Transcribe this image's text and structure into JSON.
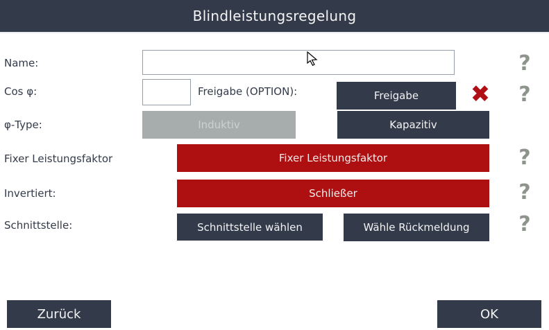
{
  "header": {
    "title": "Blindleistungsregelung"
  },
  "colors": {
    "navy": "#333a49",
    "red": "#ae1011",
    "disabled_gray": "#a7adac",
    "help_gray": "#8d948b",
    "cancel_red": "#b01015"
  },
  "rows": {
    "name": {
      "label": "Name:",
      "value": "",
      "help": "?"
    },
    "cos_phi": {
      "label": "Cos φ:",
      "value": "",
      "option_label": "Freigabe (OPTION):",
      "enable_button": "Freigabe",
      "cancel_icon": "✖",
      "help": "?"
    },
    "phi_type": {
      "label": "φ-Type:",
      "inductive_button": "Induktiv",
      "capacitive_button": "Kapazitiv"
    },
    "fixed_power_factor": {
      "label": "Fixer Leistungsfaktor",
      "button": "Fixer Leistungsfaktor",
      "help": "?"
    },
    "inverted": {
      "label": "Invertiert:",
      "button": "Schließer",
      "help": "?"
    },
    "interface": {
      "label": "Schnittstelle:",
      "select_button": "Schnittstelle wählen",
      "feedback_button": "Wähle Rückmeldung",
      "help": "?"
    }
  },
  "footer": {
    "back_label": "Zurück",
    "ok_label": "OK"
  }
}
